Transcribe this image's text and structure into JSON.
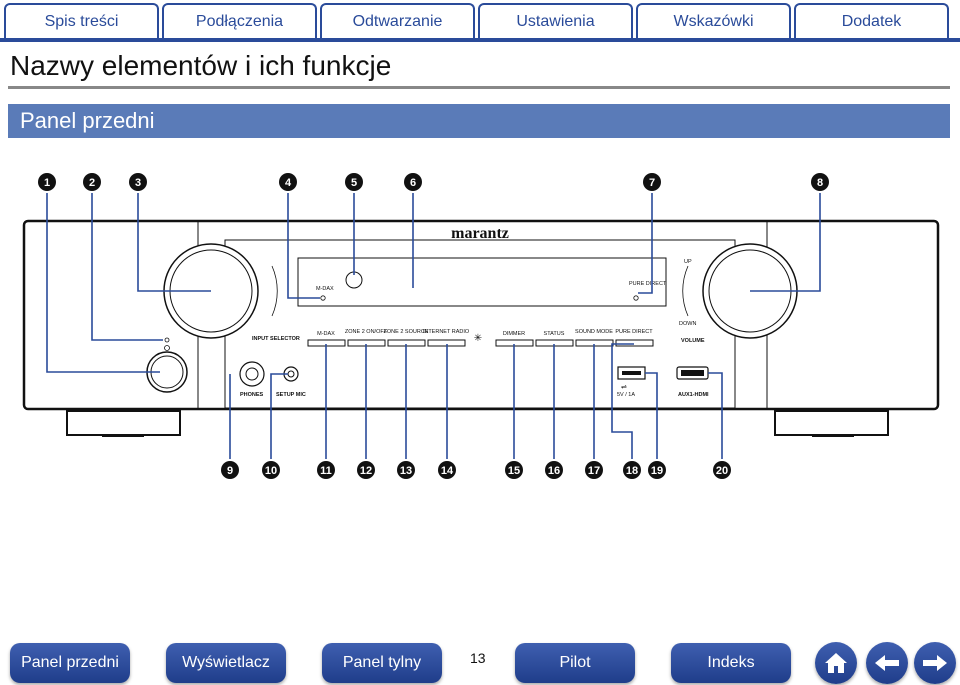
{
  "tabs": [
    "Spis treści",
    "Podłączenia",
    "Odtwarzanie",
    "Ustawienia",
    "Wskazówki",
    "Dodatek"
  ],
  "page_title": "Nazwy elementów i ich funkcje",
  "section_title": "Panel przedni",
  "callouts_top": [
    "1",
    "2",
    "3",
    "4",
    "5",
    "6",
    "7",
    "8"
  ],
  "callouts_bottom": [
    "9",
    "10",
    "11",
    "12",
    "13",
    "14",
    "15",
    "16",
    "17",
    "18",
    "19",
    "20"
  ],
  "device": {
    "brand": "marantz",
    "mdax_small": "M-DAX",
    "pure_direct_small": "PURE DIRECT",
    "up": "UP",
    "down": "DOWN",
    "volume": "VOLUME",
    "input_selector": "INPUT SELECTOR",
    "buttons": [
      "M-DAX",
      "ZONE 2 ON/OFF",
      "ZONE 2 SOURCE",
      "INTERNET RADIO",
      "DIMMER",
      "STATUS",
      "SOUND MODE",
      "PURE DIRECT"
    ],
    "phones": "PHONES",
    "setup_mic": "SETUP MIC",
    "usb_label": "5V / 1A",
    "aux": "AUX1-HDMI"
  },
  "footer": {
    "btn_panel_przedni": "Panel przedni",
    "btn_wyswietlacz": "Wyświetlacz",
    "btn_panel_tylny": "Panel tylny",
    "page_number": "13",
    "btn_pilot": "Pilot",
    "btn_indeks": "Indeks"
  }
}
